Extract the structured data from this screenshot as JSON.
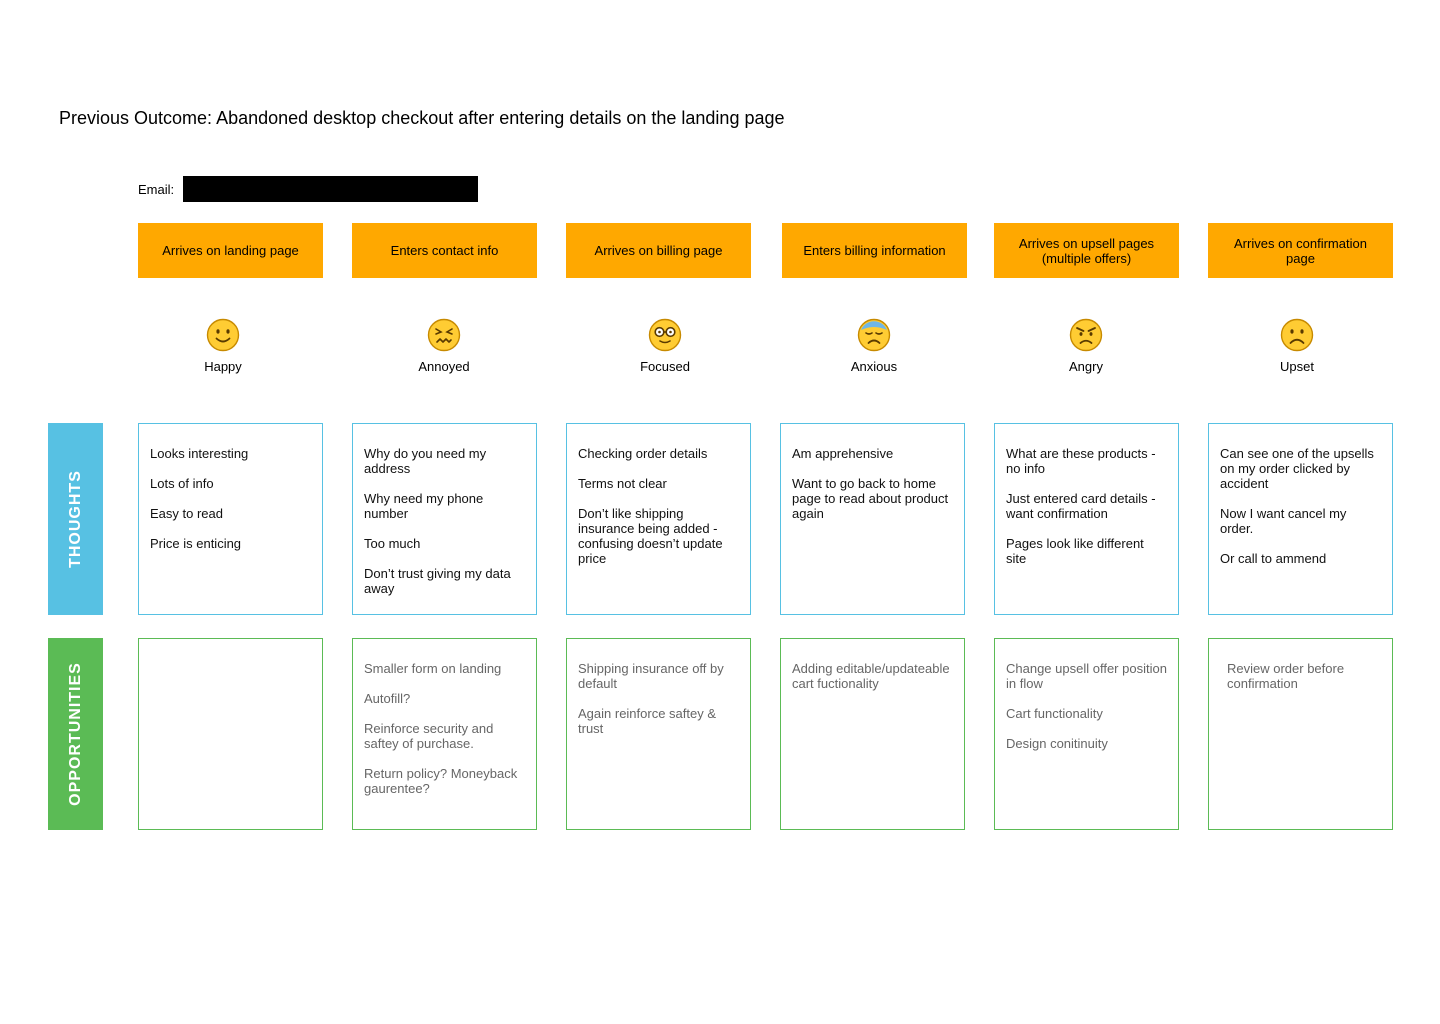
{
  "title": "Previous Outcome: Abandoned desktop checkout after entering details on the landing page",
  "email_label": "Email:",
  "side_labels": {
    "thoughts": "THOUGHTS",
    "opportunities": "OPPORTUNITIES"
  },
  "colors": {
    "stage": "#ffa800",
    "thoughts": "#57c1e3",
    "opportunities": "#5bbb55",
    "redaction": "#000000"
  },
  "columns": [
    {
      "stage": "Arrives on landing page",
      "emotion": "Happy",
      "emoji_icon": "slightly-smiling-face-icon",
      "thoughts": [
        "Looks interesting",
        "Lots of info",
        "Easy to read",
        "Price is enticing"
      ],
      "opportunities": []
    },
    {
      "stage": "Enters contact info",
      "emotion": "Annoyed",
      "emoji_icon": "confounded-face-icon",
      "thoughts": [
        "Why do you need my address",
        "Why need my phone number",
        "Too much",
        "Don’t trust giving my data away"
      ],
      "opportunities": [
        "Smaller form on landing",
        "Autofill?",
        "Reinforce security and saftey of purchase.",
        "Return policy? Moneyback gaurentee?"
      ]
    },
    {
      "stage": "Arrives on billing page",
      "emotion": "Focused",
      "emoji_icon": "nerd-face-icon",
      "thoughts": [
        "Checking order details",
        "Terms not clear",
        "Don’t like shipping insurance being added - confusing doesn’t update price"
      ],
      "opportunities": [
        "Shipping insurance off by default",
        "Again reinforce saftey & trust"
      ]
    },
    {
      "stage": "Enters billing information",
      "emotion": "Anxious",
      "emoji_icon": "downcast-face-with-sweat-icon",
      "thoughts": [
        "Am apprehensive",
        "Want to go back to home page to read about product again"
      ],
      "opportunities": [
        "Adding editable/updateable cart fuctionality"
      ]
    },
    {
      "stage": "Arrives on upsell pages (multiple offers)",
      "emotion": "Angry",
      "emoji_icon": "angry-face-icon",
      "thoughts": [
        "What are these products - no info",
        "Just entered card details - want confirmation",
        "Pages look like different site"
      ],
      "opportunities": [
        "Change upsell offer position in flow",
        "Cart functionality",
        "Design conitinuity"
      ]
    },
    {
      "stage": "Arrives on confirmation page",
      "emotion": "Upset",
      "emoji_icon": "frowning-face-icon",
      "thoughts": [
        "Can see one of the upsells on my order clicked by accident",
        "Now I want cancel my order.",
        "Or call to ammend"
      ],
      "opportunities": [
        "Review order before confirmation"
      ]
    }
  ]
}
